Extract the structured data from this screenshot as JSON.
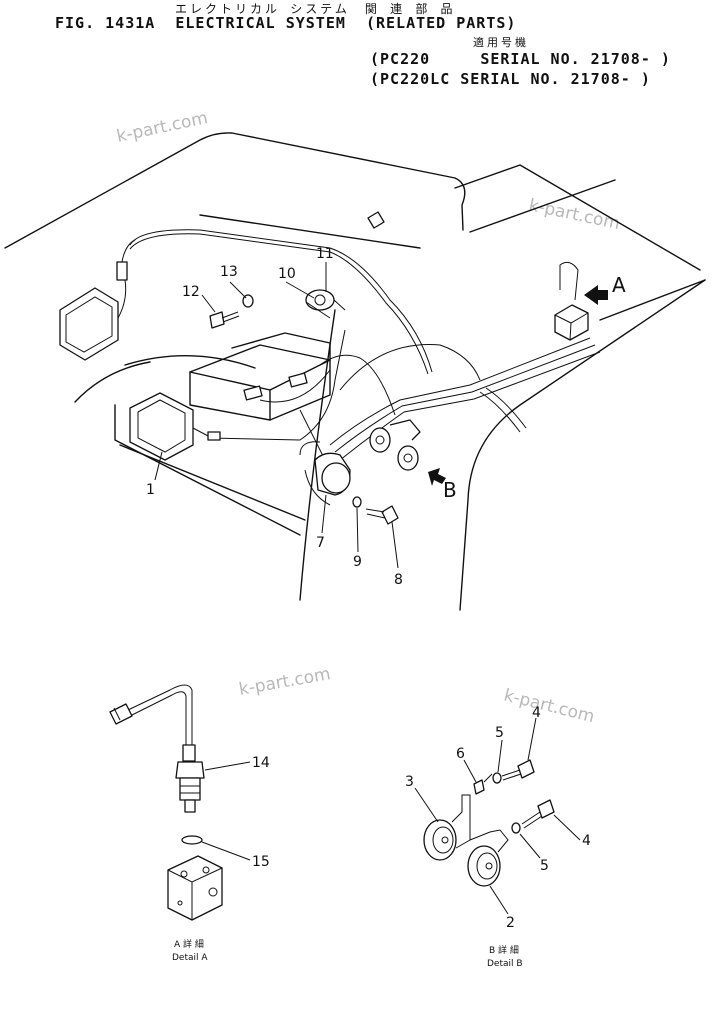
{
  "header": {
    "jp_title": "エレクトリカル システム　関 連 部 品",
    "fig_title": "FIG. 1431A  ELECTRICAL SYSTEM  (RELATED PARTS)",
    "jp_serial": "適用号機",
    "serial_1": "(PC220     SERIAL NO. 21708- )",
    "serial_2": "(PC220LC SERIAL NO. 21708- )"
  },
  "watermark": "k-part.com",
  "arrows": {
    "a": "A",
    "b": "B"
  },
  "callouts": {
    "c1": "1",
    "c7": "7",
    "c8": "8",
    "c9": "9",
    "c10": "10",
    "c11": "11",
    "c12": "12",
    "c13": "13",
    "c14": "14",
    "c15": "15",
    "c2": "2",
    "c3": "3",
    "c4a": "4",
    "c4b": "4",
    "c5a": "5",
    "c5b": "5",
    "c6": "6"
  },
  "details": {
    "a_jp": "A 詳 細",
    "a_en": "Detail A",
    "b_jp": "B 詳 細",
    "b_en": "Detail B"
  }
}
